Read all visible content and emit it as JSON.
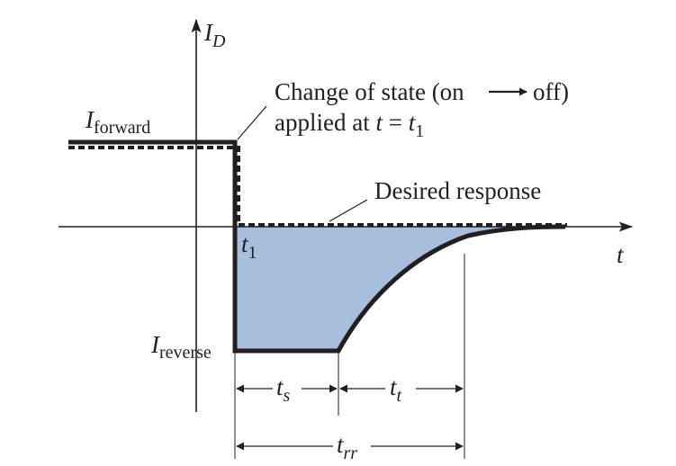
{
  "axes": {
    "y_symbol": "I",
    "y_subscript": "D",
    "x_symbol": "t"
  },
  "levels": {
    "forward_symbol": "I",
    "forward_subscript": "forward",
    "reverse_symbol": "I",
    "reverse_subscript": "reverse"
  },
  "switch_time": {
    "symbol": "t",
    "subscript": "1"
  },
  "annotations": {
    "state_change_line1_part1": "Change of state (on",
    "state_change_line1_part2": "off)",
    "state_change_line2_text": "applied at ",
    "state_change_line2_var": "t",
    "state_change_line2_eq": " = ",
    "state_change_line2_t": "t",
    "state_change_line2_sub": "1",
    "desired_response": "Desired response"
  },
  "intervals": {
    "storage": {
      "symbol": "t",
      "subscript": "s"
    },
    "transition": {
      "symbol": "t",
      "subscript": "t"
    },
    "reverse_recovery": {
      "symbol": "t",
      "subscript": "rr"
    }
  },
  "colors": {
    "shaded_region": "#a7bedd",
    "ink": "#231f20"
  }
}
